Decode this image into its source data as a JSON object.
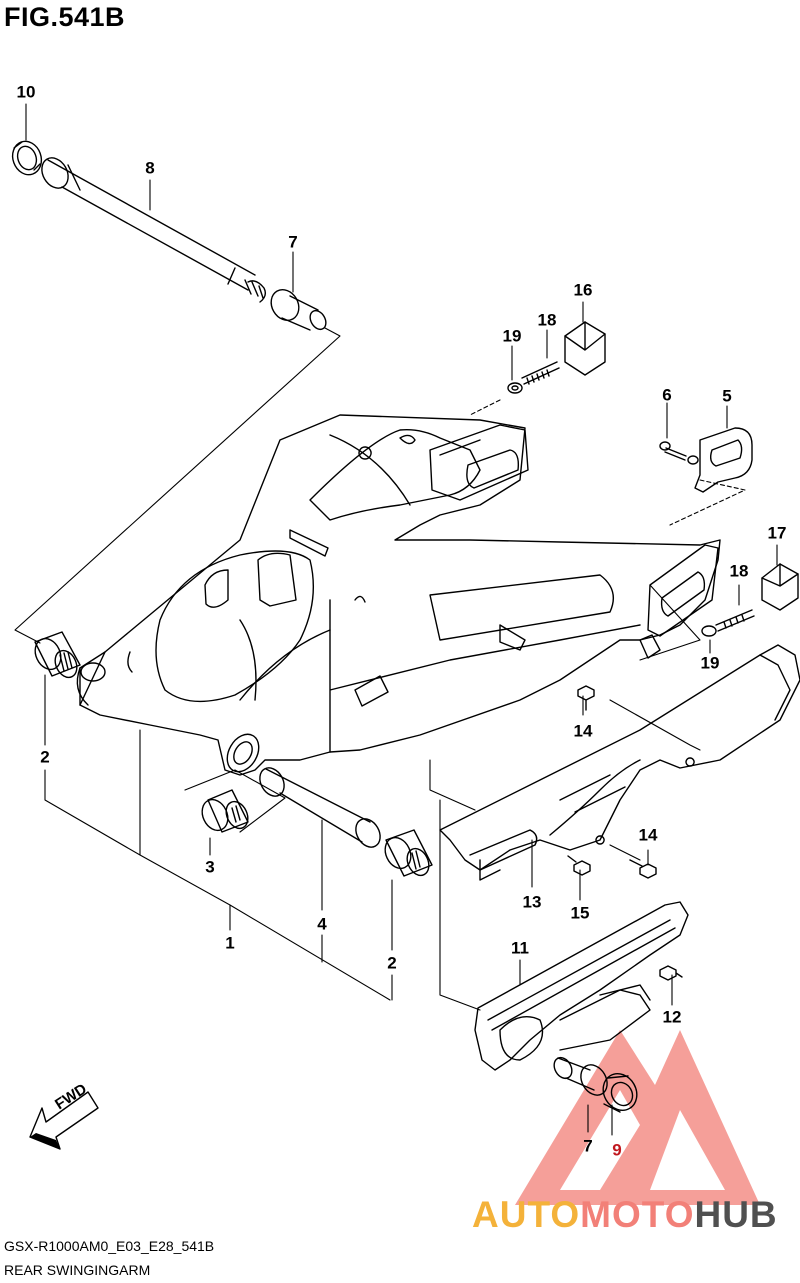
{
  "figure": {
    "title": "FIG.541B",
    "model_code": "GSX-R1000AM0_E03_E28_541B",
    "name": "REAR SWINGINGARM"
  },
  "fwd_label": "FWD",
  "watermark": {
    "part1": "AUTO",
    "part2": "MOTO",
    "part3": "HUB",
    "colors": {
      "auto": "#f4b23a",
      "moto": "#f28078",
      "hub": "#505050",
      "logo": "#f28078"
    }
  },
  "callouts": {
    "c10": "10",
    "c8": "8",
    "c7a": "7",
    "c16": "16",
    "c18a": "18",
    "c19a": "19",
    "c6": "6",
    "c5": "5",
    "c17": "17",
    "c18b": "18",
    "c19b": "19",
    "c2a": "2",
    "c14a": "14",
    "c14b": "14",
    "c3": "3",
    "c13": "13",
    "c15": "15",
    "c1": "1",
    "c4": "4",
    "c2b": "2",
    "c11": "11",
    "c12": "12",
    "c7b": "7",
    "c9": "9"
  }
}
